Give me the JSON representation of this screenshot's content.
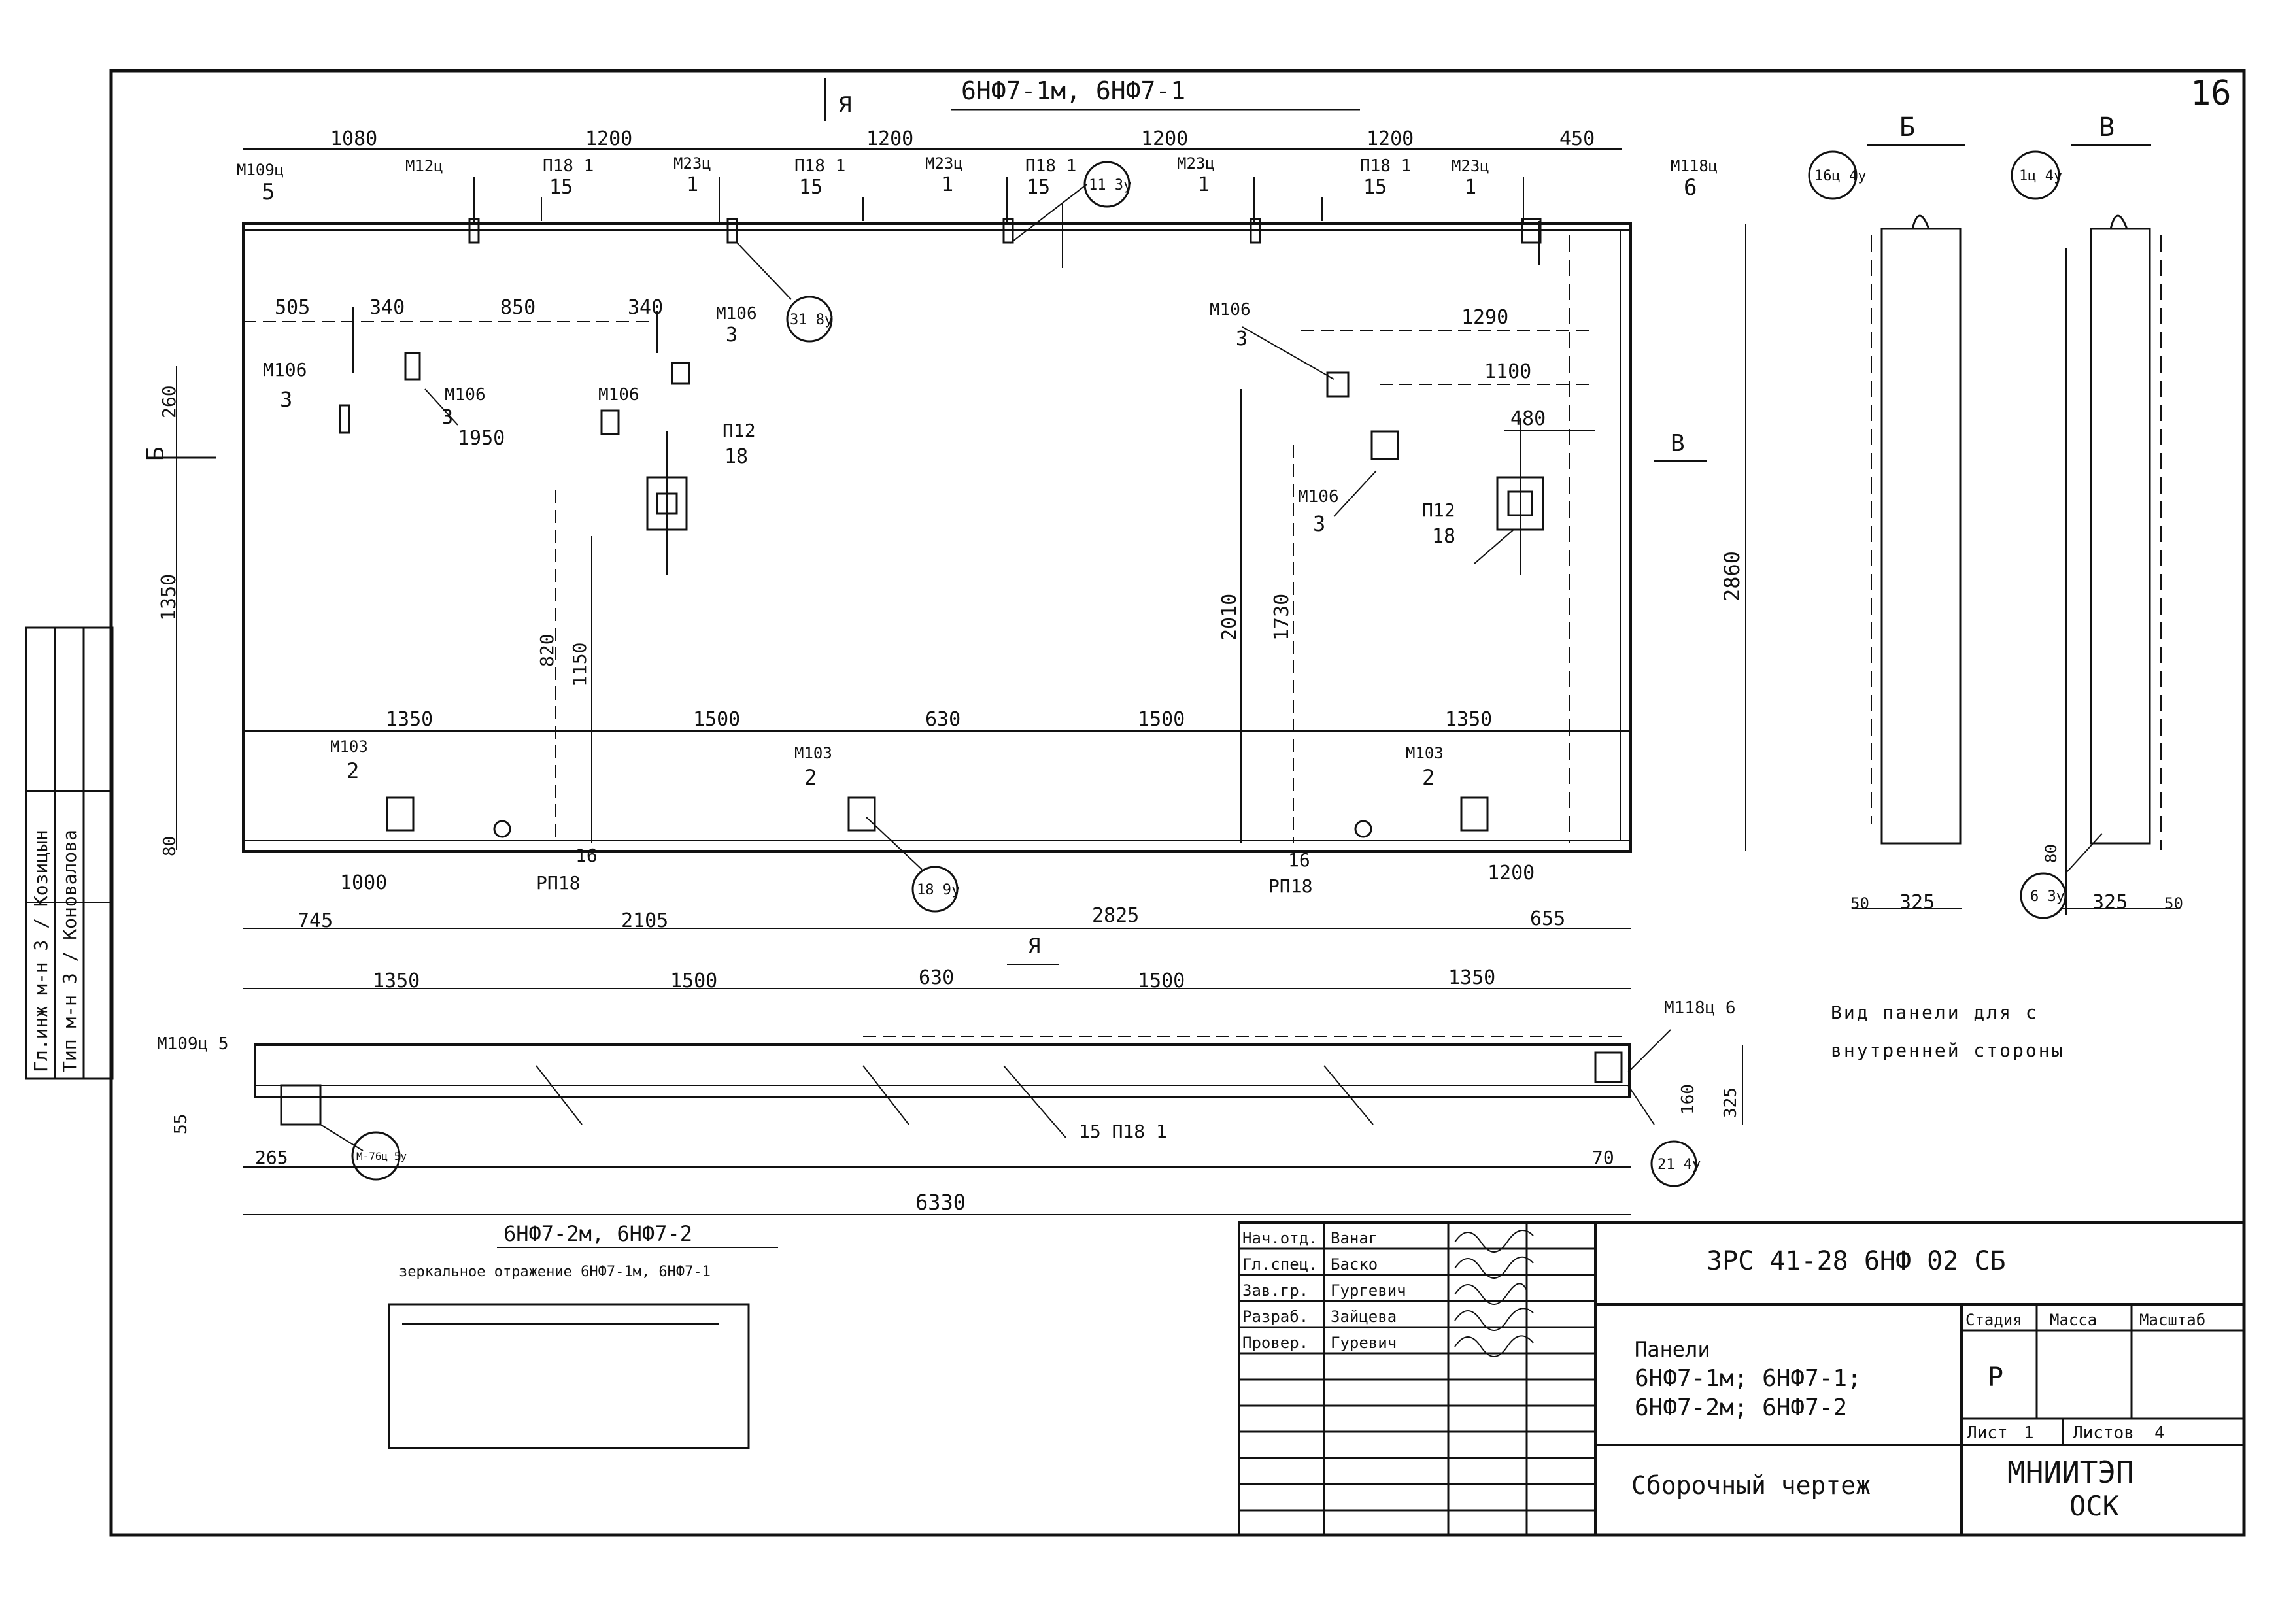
{
  "sheet_number": "16",
  "main_view": {
    "title": "6НФ7-1м, 6НФ7-1",
    "section_marker": "Я",
    "top_dims": [
      "1080",
      "1200",
      "1200",
      "1200",
      "1200",
      "450"
    ],
    "top_marks": [
      {
        "mark": "М109ц",
        "qty": "5"
      },
      {
        "mark": "М12ц",
        "qty": ""
      },
      {
        "mark": "П18 1",
        "qty": "15"
      },
      {
        "mark": "М23ц",
        "qty": "1"
      },
      {
        "mark": "П18 1",
        "qty": "15"
      },
      {
        "mark": "М23ц",
        "qty": "1"
      },
      {
        "mark": "П18 1",
        "qty": "15"
      },
      {
        "mark": "М23ц",
        "qty": "1"
      },
      {
        "mark": "П18 1",
        "qty": "15"
      },
      {
        "mark": "М23ц",
        "qty": "1"
      },
      {
        "mark": "М118ц",
        "qty": "6"
      }
    ],
    "callouts": [
      "31 8у",
      "11 3у",
      "18 9у"
    ],
    "inner_dims": [
      "505",
      "340",
      "850",
      "340",
      "1950",
      "1290",
      "1100",
      "480",
      "260",
      "1350",
      "80",
      "820",
      "1150",
      "2010",
      "1730",
      "2860"
    ],
    "inner_marks": [
      {
        "mark": "М106",
        "qty": "3"
      },
      {
        "mark": "М106",
        "qty": "3"
      },
      {
        "mark": "М106",
        "qty": "3"
      },
      {
        "mark": "М106",
        "qty": "3"
      },
      {
        "mark": "М106",
        "qty": "3"
      },
      {
        "mark": "П12",
        "qty": "18"
      },
      {
        "mark": "П12",
        "qty": "18"
      }
    ],
    "view_arrows": [
      "Б",
      "В"
    ],
    "bottom_dims_inner": [
      "1350",
      "1500",
      "630",
      "1500",
      "1350"
    ],
    "bottom_marks": [
      {
        "mark": "М103",
        "qty": "2"
      },
      {
        "mark": "М103",
        "qty": "2"
      },
      {
        "mark": "М103",
        "qty": "2"
      }
    ],
    "bottom_labels": [
      "16",
      "РП18",
      "16",
      "РП18"
    ],
    "bottom_dims_outer": [
      "1000",
      "745",
      "2105",
      "2825",
      "1200",
      "655"
    ]
  },
  "bottom_view": {
    "section_marker": "Я",
    "dims_top": [
      "1350",
      "1500",
      "630",
      "1500",
      "1350"
    ],
    "marks": [
      "М109ц 5",
      "М118ц 6",
      "15 П18 1"
    ],
    "callouts": [
      "М-76ц 5у",
      "21 4у"
    ],
    "dims_side": [
      "55",
      "160",
      "325"
    ],
    "dims_bottom": [
      "265",
      "70",
      "6330"
    ]
  },
  "side_views": {
    "view_b": {
      "title": "Б",
      "callout": "16ц 4у",
      "dims": [
        "50",
        "325"
      ]
    },
    "view_v": {
      "title": "В",
      "callout": "1ц 4у",
      "callout2": "6 3у",
      "dims": [
        "325",
        "50"
      ],
      "dim_bottom": "80"
    }
  },
  "note_view": "Вид панели для с внутренней стороны",
  "mirror_block": {
    "title": "6НФ7-2м, 6НФ7-2",
    "subtitle": "зеркальное отражение 6НФ7-1м, 6НФ7-1"
  },
  "side_stamp": {
    "row1": "Гл.инж м-н 3 / Козицын",
    "row2": "Тип м-н 3 / Коновалова"
  },
  "title_block": {
    "rows": [
      {
        "role": "Нач.отд.",
        "name": "Ванаг"
      },
      {
        "role": "Гл.спец.",
        "name": "Баско"
      },
      {
        "role": "Зав.гр.",
        "name": "Гургевич"
      },
      {
        "role": "Разраб.",
        "name": "Зайцева"
      },
      {
        "role": "Провер.",
        "name": "Гуревич"
      }
    ],
    "document_code": "ЗРС 41-28  6НФ 02 СБ",
    "description_l1": "Панели",
    "description_l2": "6НФ7-1м; 6НФ7-1;",
    "description_l3": "6НФ7-2м; 6НФ7-2",
    "stage_label": "Стадия",
    "mass_label": "Масса",
    "scale_label": "Масштаб",
    "stage_value": "Р",
    "sheet_label": "Лист",
    "sheet_value": "1",
    "sheets_label": "Листов",
    "sheets_value": "4",
    "drawing_type": "Сборочный чертеж",
    "organization_l1": "МНИИТЭП",
    "organization_l2": "ОСК"
  }
}
